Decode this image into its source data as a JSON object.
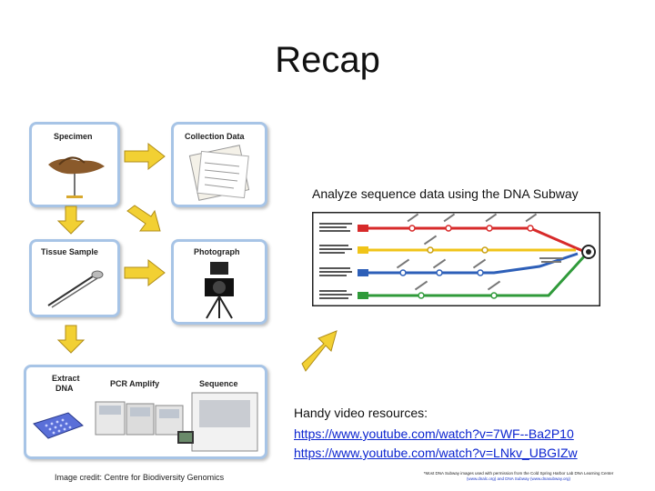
{
  "slide": {
    "title": "Recap",
    "image_credit": "Image credit: Centre for Biodiversity Genomics",
    "subway_caption": "Analyze sequence data using the DNA Subway",
    "video_heading": "Handy video resources:",
    "video_links": [
      "https://www.youtube.com/watch?v=7WF--Ba2P10",
      "https://www.youtube.com/watch?v=LNkv_UBGIZw"
    ],
    "footnote_line1": "*Most DNA Subway images used with permission from the Cold Spring Harbor Lab DNA Learning Center",
    "footnote_line2": "(www.dnalc.org) and DNA Subway (www.dnasubway.org)"
  },
  "workflow": {
    "specimen": "Specimen",
    "collection_data": "Collection Data",
    "tissue_sample": "Tissue Sample",
    "photograph": "Photograph",
    "extract_dna_1": "Extract",
    "extract_dna_2": "DNA",
    "pcr_amplify": "PCR Amplify",
    "sequence": "Sequence"
  },
  "subway_lines": [
    {
      "color": "#d72a2a",
      "name": "red"
    },
    {
      "color": "#f0c419",
      "name": "yellow"
    },
    {
      "color": "#2d5fb8",
      "name": "blue"
    },
    {
      "color": "#2f9a3a",
      "name": "green"
    }
  ],
  "colors": {
    "panel_border": "#a7c4e6",
    "arrow_fill": "#f2d033",
    "link": "#0b24d0"
  }
}
